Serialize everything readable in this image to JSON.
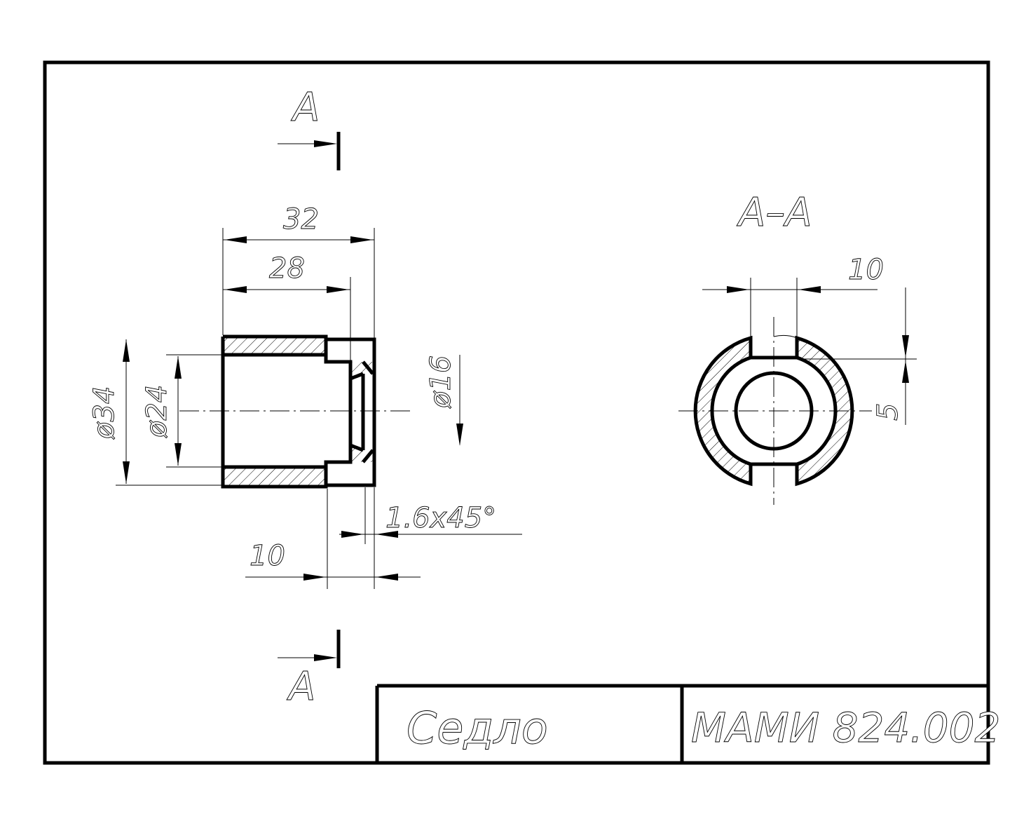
{
  "views": {
    "section_marker_top": "A",
    "section_marker_bottom": "A",
    "section_title": "A–A"
  },
  "dimensions": {
    "length_total": "32",
    "length_bore": "28",
    "diameter_outer": "ø34",
    "diameter_bore": "ø24",
    "diameter_hole": "ø16",
    "chamfer": "1.6x45°",
    "length_end": "10",
    "slot_width": "10",
    "slot_depth": "5"
  },
  "title_block": {
    "part_name": "Седло",
    "designation": "МАМИ 824.002"
  }
}
